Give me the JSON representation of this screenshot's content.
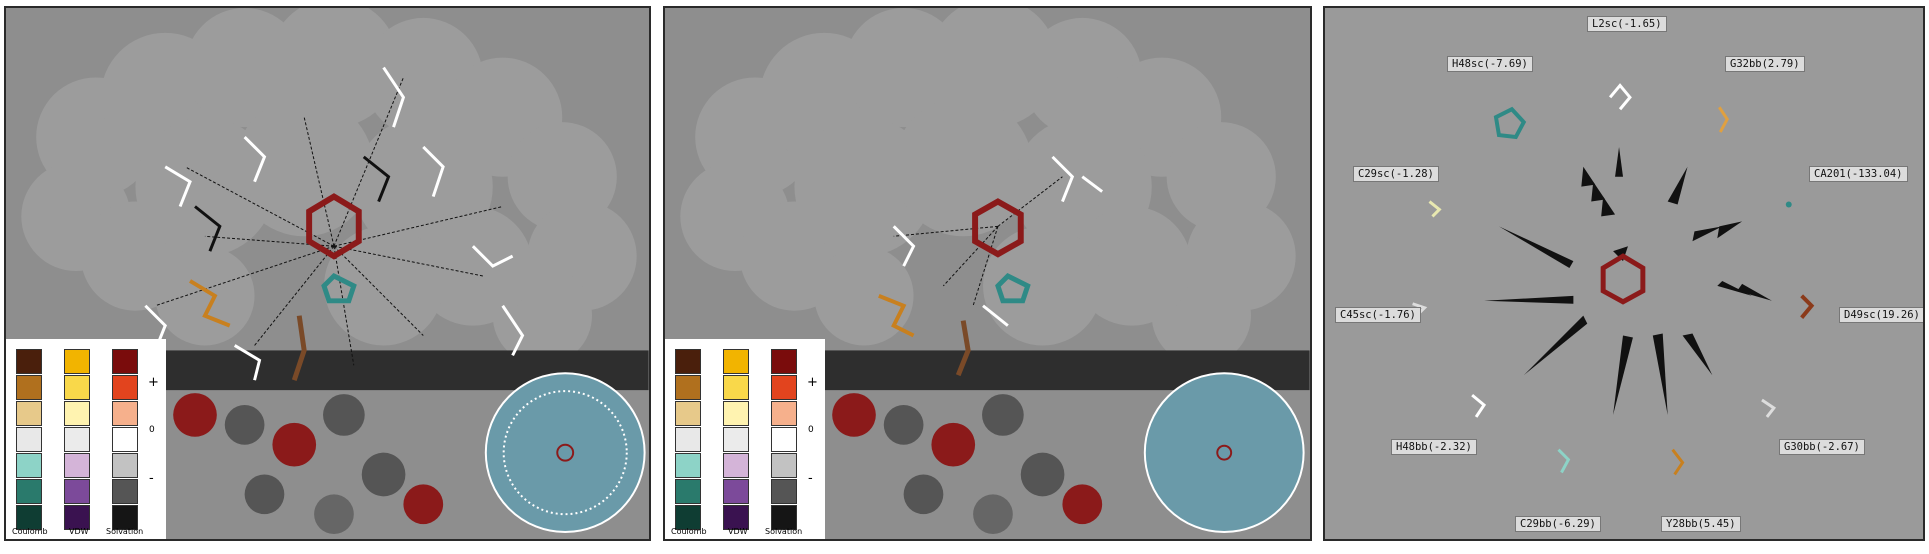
{
  "legend": {
    "labels": [
      "Coulomb",
      "VDW",
      "Solvation"
    ],
    "signs": [
      "+",
      "0",
      "-"
    ],
    "coulomb_colors": [
      "#4a1f0c",
      "#b0701e",
      "#e7c98a",
      "#e8e8e8",
      "#8dd3c7",
      "#2a7a6c",
      "#0f3d33"
    ],
    "vdw_colors": [
      "#f2b400",
      "#f9d84a",
      "#fff3b0",
      "#ebebeb",
      "#d4b4d8",
      "#7c4a9a",
      "#3a1250"
    ],
    "solvation_colors": [
      "#7a0c0c",
      "#e2441e",
      "#f6b08c",
      "#ffffff",
      "#c2c2c2",
      "#555555",
      "#151515"
    ]
  },
  "interaction_labels": [
    "L2sc(-1.65)",
    "H48sc(-7.69)",
    "G32bb(2.79)",
    "C29sc(-1.28)",
    "CA201(-133.04)",
    "C45sc(-1.76)",
    "D49sc(19.26)",
    "H48bb(-2.32)",
    "G30bb(-2.67)",
    "C29bb(-6.29)",
    "Y28bb(5.45)"
  ],
  "colors": {
    "panel_bg": "#8e8e8e",
    "inset_bg": "#6a9aa9",
    "ligand": "#8b1a1a",
    "teal": "#2f8a86",
    "orange": "#c8801f"
  }
}
